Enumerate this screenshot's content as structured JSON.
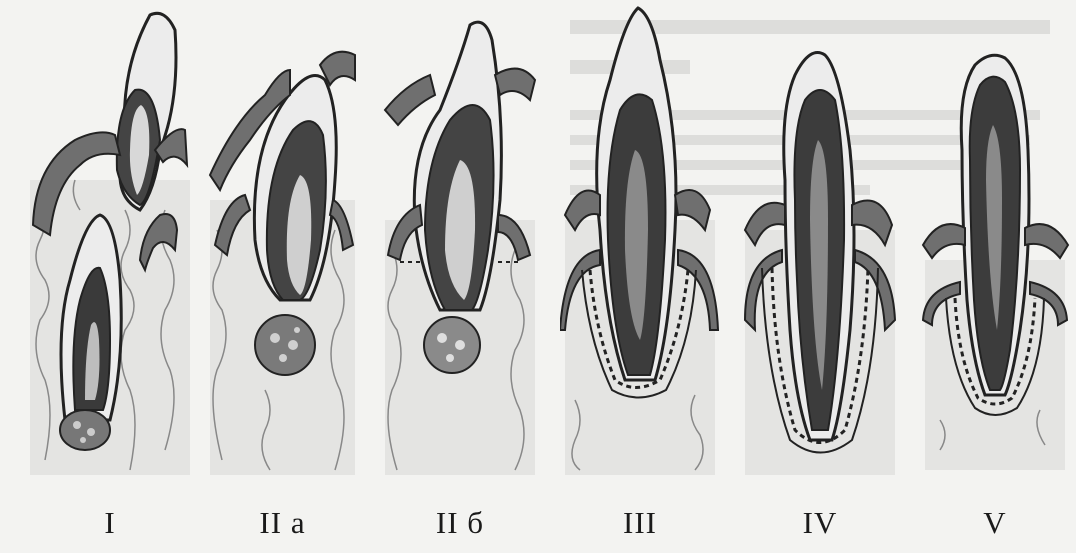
{
  "figure": {
    "stages": [
      {
        "id": "stage-1",
        "label": "I"
      },
      {
        "id": "stage-2a",
        "label": "II а"
      },
      {
        "id": "stage-2b",
        "label": "II б"
      },
      {
        "id": "stage-3",
        "label": "III"
      },
      {
        "id": "stage-4",
        "label": "IV"
      },
      {
        "id": "stage-5",
        "label": "V"
      }
    ]
  },
  "colors": {
    "background": "#f3f3f1",
    "enamel": "#ececec",
    "dentin": "#bdbdbd",
    "pulp": "#4a4a4a",
    "outline": "#222222",
    "gum": "#6f6f6f"
  }
}
